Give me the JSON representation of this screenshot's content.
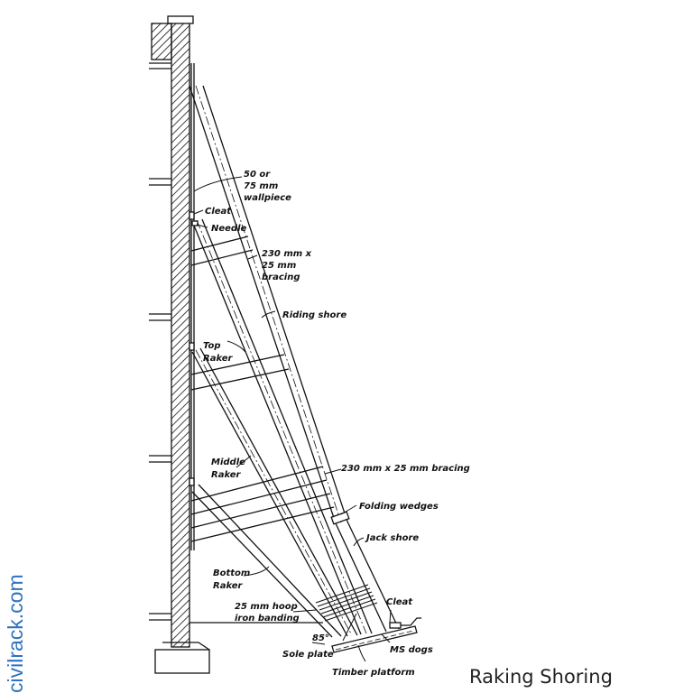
{
  "title": "Raking Shoring",
  "watermark": "civilrack.com",
  "labels": {
    "wallpiece": [
      "50 or",
      "75 mm",
      "wallpiece"
    ],
    "cleat_top": "Cleat",
    "needle": "Needle",
    "bracing_top": [
      "230 mm x",
      "25 mm",
      "bracing"
    ],
    "riding_shore": "Riding shore",
    "top_raker": [
      "Top",
      "Raker"
    ],
    "middle_raker": [
      "Middle",
      "Raker"
    ],
    "bracing_mid": "230 mm x 25 mm bracing",
    "folding_wedges": "Folding wedges",
    "jack_shore": "Jack shore",
    "bottom_raker": [
      "Bottom",
      "Raker"
    ],
    "hoop_banding": [
      "25 mm hoop",
      "iron banding"
    ],
    "cleat_bottom": "Cleat",
    "angle": "85°",
    "sole_plate": "Sole plate",
    "ms_dogs": "MS dogs",
    "timber_platform": "Timber platform"
  }
}
